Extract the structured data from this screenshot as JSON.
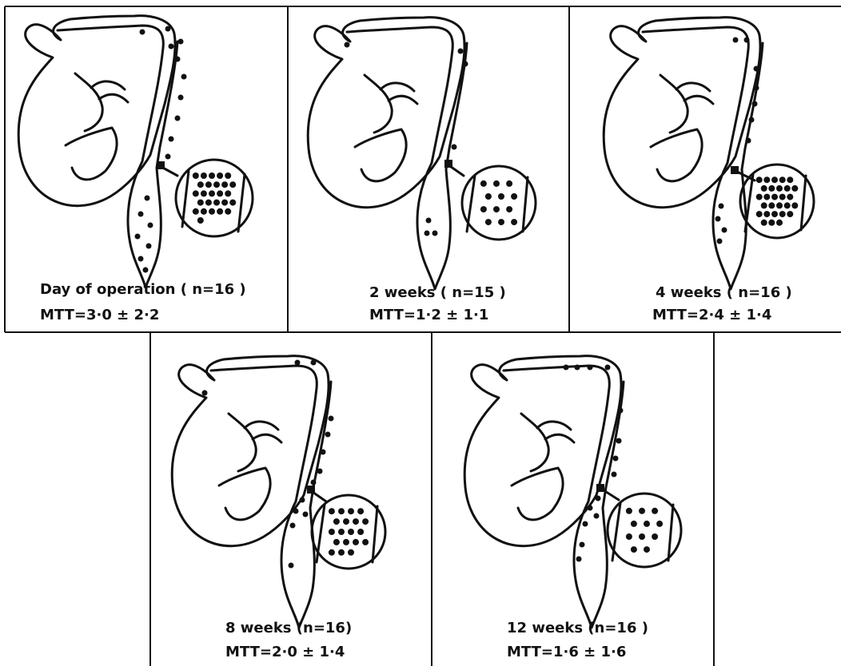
{
  "panels": [
    {
      "label": "Day of operation ( n=16 )",
      "mtt": "MTT=3·0 ± 2·2",
      "inset_dots": 26
    },
    {
      "label": "2 weeks ( n=15 )",
      "mtt": "MTT=1·2 ± 1·1",
      "inset_dots": 12
    },
    {
      "label": "4 weeks  ( n=16 )",
      "mtt": "MTT=2·4 ± 1·4",
      "inset_dots": 28
    },
    {
      "label": "8 weeks  (n=16)",
      "mtt": "MTT=2·0 ± 1·4",
      "inset_dots": 19
    },
    {
      "label": "12 weeks  (n=16 )",
      "mtt": "MTT=1·6 ± 1·6",
      "inset_dots": 11
    }
  ]
}
